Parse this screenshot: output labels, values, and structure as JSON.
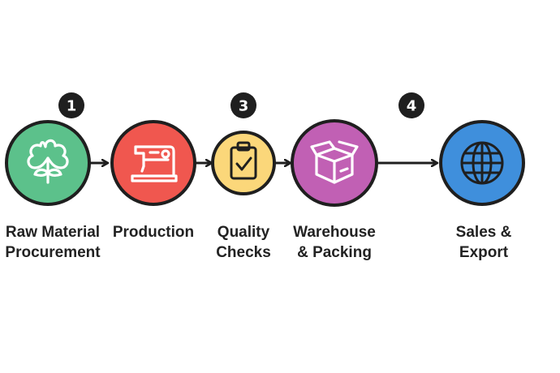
{
  "steps": [
    {
      "name": "raw-material",
      "line1": "Raw Material",
      "line2": "Procurement",
      "color": "#5cc18b",
      "icon": "cotton-icon"
    },
    {
      "name": "production",
      "line1": "Production",
      "line2": "",
      "color": "#f0574f",
      "icon": "sewing-machine-icon"
    },
    {
      "name": "quality",
      "line1": "Quality",
      "line2": "Checks",
      "color": "#fbd77a",
      "icon": "clipboard-check-icon"
    },
    {
      "name": "warehouse",
      "line1": "Warehouse",
      "line2": "& Packing",
      "color": "#c160b4",
      "icon": "box-icon"
    },
    {
      "name": "sales",
      "line1": "Sales &",
      "line2": "Export",
      "color": "#3f8fdc",
      "icon": "globe-icon"
    }
  ],
  "badges": [
    "1",
    "3",
    "4"
  ],
  "colors": {
    "outline": "#1f1f1f",
    "badge": "#1f1f1f",
    "text": "#222222"
  }
}
